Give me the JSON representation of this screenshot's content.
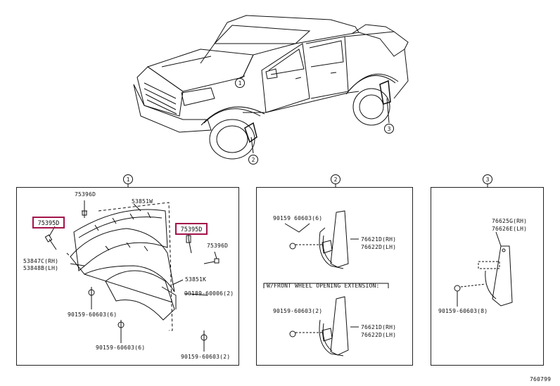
{
  "callouts": {
    "one": "1",
    "two": "2",
    "three": "3"
  },
  "panel1": {
    "clip_top": "75396D",
    "highlight_left": "75395D",
    "highlight_right": "75395D",
    "clip_right": "75396D",
    "trim_top": "53851W",
    "extension_rh": "53847C(RH)",
    "extension_lh": "53848B(LH)",
    "liner_k": "53851K",
    "screw_a": "90189-60006(2)",
    "bolt_left": "90159-60603(6)",
    "bolt_bottom_left": "90159-60603(6)",
    "bolt_bottom_right": "90159-60603(2)"
  },
  "panel2": {
    "bolt_top": "90159  60603(6)",
    "mud_rh_top": "76621D(RH)",
    "mud_lh_top": "76622D(LH)",
    "note": "W/FRONT WHEEL OPENING EXTENSION:",
    "bolt_bottom": "90159-60603(2)",
    "mud_rh_bottom": "76621D(RH)",
    "mud_lh_bottom": "76622D(LH)"
  },
  "panel3": {
    "mud_rh": "76625G(RH)",
    "mud_lh": "76626E(LH)",
    "bolt": "90159-60603(8)"
  },
  "footer": {
    "code": "760799"
  }
}
